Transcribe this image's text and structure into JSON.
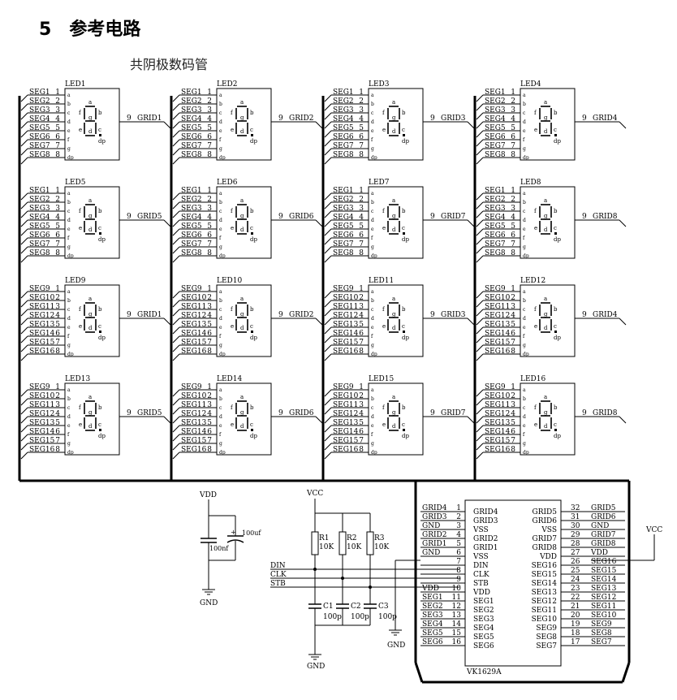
{
  "heading": {
    "number": "5",
    "text": "参考电路"
  },
  "subtitle": "共阴极数码管",
  "leds": [
    {
      "name": "LED1",
      "grid": "GRID1",
      "segs": [
        "SEG1",
        "SEG2",
        "SEG3",
        "SEG4",
        "SEG5",
        "SEG6",
        "SEG7",
        "SEG8"
      ]
    },
    {
      "name": "LED2",
      "grid": "GRID2",
      "segs": [
        "SEG1",
        "SEG2",
        "SEG3",
        "SEG4",
        "SEG5",
        "SEG6",
        "SEG7",
        "SEG8"
      ]
    },
    {
      "name": "LED3",
      "grid": "GRID3",
      "segs": [
        "SEG1",
        "SEG2",
        "SEG3",
        "SEG4",
        "SEG5",
        "SEG6",
        "SEG7",
        "SEG8"
      ]
    },
    {
      "name": "LED4",
      "grid": "GRID4",
      "segs": [
        "SEG1",
        "SEG2",
        "SEG3",
        "SEG4",
        "SEG5",
        "SEG6",
        "SEG7",
        "SEG8"
      ]
    },
    {
      "name": "LED5",
      "grid": "GRID5",
      "segs": [
        "SEG1",
        "SEG2",
        "SEG3",
        "SEG4",
        "SEG5",
        "SEG6",
        "SEG7",
        "SEG8"
      ]
    },
    {
      "name": "LED6",
      "grid": "GRID6",
      "segs": [
        "SEG1",
        "SEG2",
        "SEG3",
        "SEG4",
        "SEG5",
        "SEG6",
        "SEG7",
        "SEG8"
      ]
    },
    {
      "name": "LED7",
      "grid": "GRID7",
      "segs": [
        "SEG1",
        "SEG2",
        "SEG3",
        "SEG4",
        "SEG5",
        "SEG6",
        "SEG7",
        "SEG8"
      ]
    },
    {
      "name": "LED8",
      "grid": "GRID8",
      "segs": [
        "SEG1",
        "SEG2",
        "SEG3",
        "SEG4",
        "SEG5",
        "SEG6",
        "SEG7",
        "SEG8"
      ]
    },
    {
      "name": "LED9",
      "grid": "GRID1",
      "segs": [
        "SEG9",
        "SEG10",
        "SEG11",
        "SEG12",
        "SEG13",
        "SEG14",
        "SEG15",
        "SEG16"
      ]
    },
    {
      "name": "LED10",
      "grid": "GRID2",
      "segs": [
        "SEG9",
        "SEG10",
        "SEG11",
        "SEG12",
        "SEG13",
        "SEG14",
        "SEG15",
        "SEG16"
      ]
    },
    {
      "name": "LED11",
      "grid": "GRID3",
      "segs": [
        "SEG9",
        "SEG10",
        "SEG11",
        "SEG12",
        "SEG13",
        "SEG14",
        "SEG15",
        "SEG16"
      ]
    },
    {
      "name": "LED12",
      "grid": "GRID4",
      "segs": [
        "SEG9",
        "SEG10",
        "SEG11",
        "SEG12",
        "SEG13",
        "SEG14",
        "SEG15",
        "SEG16"
      ]
    },
    {
      "name": "LED13",
      "grid": "GRID5",
      "segs": [
        "SEG9",
        "SEG10",
        "SEG11",
        "SEG12",
        "SEG13",
        "SEG14",
        "SEG15",
        "SEG16"
      ]
    },
    {
      "name": "LED14",
      "grid": "GRID6",
      "segs": [
        "SEG9",
        "SEG10",
        "SEG11",
        "SEG12",
        "SEG13",
        "SEG14",
        "SEG15",
        "SEG16"
      ]
    },
    {
      "name": "LED15",
      "grid": "GRID7",
      "segs": [
        "SEG9",
        "SEG10",
        "SEG11",
        "SEG12",
        "SEG13",
        "SEG14",
        "SEG15",
        "SEG16"
      ]
    },
    {
      "name": "LED16",
      "grid": "GRID8",
      "segs": [
        "SEG9",
        "SEG10",
        "SEG11",
        "SEG12",
        "SEG13",
        "SEG14",
        "SEG15",
        "SEG16"
      ]
    }
  ],
  "seg_letters": [
    "a",
    "b",
    "c",
    "d",
    "e",
    "f",
    "g",
    "dp"
  ],
  "pin_numbers": [
    "1",
    "2",
    "3",
    "4",
    "5",
    "6",
    "7",
    "8"
  ],
  "grid_pin": "9",
  "power": {
    "vdd": "VDD",
    "gnd": "GND",
    "vcc": "VCC",
    "cap1": "100nf",
    "cap2": "100uf",
    "polarity": "+"
  },
  "pullups": {
    "resistors": [
      {
        "name": "R1",
        "value": "10K"
      },
      {
        "name": "R2",
        "value": "10K"
      },
      {
        "name": "R3",
        "value": "10K"
      }
    ],
    "caps": [
      {
        "name": "C1",
        "value": "100p"
      },
      {
        "name": "C2",
        "value": "100p"
      },
      {
        "name": "C3",
        "value": "100p"
      }
    ],
    "signals": [
      "DIN",
      "CLK",
      "STB"
    ]
  },
  "ic": {
    "name": "VK1629A",
    "left": [
      {
        "net": "GRID4",
        "pin": "1",
        "label": "GRID4"
      },
      {
        "net": "GRID3",
        "pin": "2",
        "label": "GRID3"
      },
      {
        "net": "GND",
        "pin": "3",
        "label": "VSS"
      },
      {
        "net": "GRID2",
        "pin": "4",
        "label": "GRID2"
      },
      {
        "net": "GRID1",
        "pin": "5",
        "label": "GRID1"
      },
      {
        "net": "GND",
        "pin": "6",
        "label": "VSS"
      },
      {
        "net": "",
        "pin": "7",
        "label": "DIN"
      },
      {
        "net": "",
        "pin": "8",
        "label": "CLK"
      },
      {
        "net": "",
        "pin": "9",
        "label": "STB"
      },
      {
        "net": "VDD",
        "pin": "10",
        "label": "VDD"
      },
      {
        "net": "SEG1",
        "pin": "11",
        "label": "SEG1"
      },
      {
        "net": "SEG2",
        "pin": "12",
        "label": "SEG2"
      },
      {
        "net": "SEG3",
        "pin": "13",
        "label": "SEG3"
      },
      {
        "net": "SEG4",
        "pin": "14",
        "label": "SEG4"
      },
      {
        "net": "SEG5",
        "pin": "15",
        "label": "SEG5"
      },
      {
        "net": "SEG6",
        "pin": "16",
        "label": "SEG6"
      }
    ],
    "right": [
      {
        "net": "GRID5",
        "pin": "32",
        "label": "GRID5"
      },
      {
        "net": "GRID6",
        "pin": "31",
        "label": "GRID6"
      },
      {
        "net": "GND",
        "pin": "30",
        "label": "VSS"
      },
      {
        "net": "GRID7",
        "pin": "29",
        "label": "GRID7"
      },
      {
        "net": "GRID8",
        "pin": "28",
        "label": "GRID8"
      },
      {
        "net": "VDD",
        "pin": "27",
        "label": "VDD"
      },
      {
        "net": "SEG16",
        "pin": "26",
        "label": "SEG16"
      },
      {
        "net": "SEG15",
        "pin": "25",
        "label": "SEG15"
      },
      {
        "net": "SEG14",
        "pin": "24",
        "label": "SEG14"
      },
      {
        "net": "SEG13",
        "pin": "23",
        "label": "SEG13"
      },
      {
        "net": "SEG12",
        "pin": "22",
        "label": "SEG12"
      },
      {
        "net": "SEG11",
        "pin": "21",
        "label": "SEG11"
      },
      {
        "net": "SEG10",
        "pin": "20",
        "label": "SEG10"
      },
      {
        "net": "SEG9",
        "pin": "19",
        "label": "SEG9"
      },
      {
        "net": "SEG8",
        "pin": "18",
        "label": "SEG8"
      },
      {
        "net": "SEG7",
        "pin": "17",
        "label": "SEG7"
      }
    ],
    "vcc_label": "VCC"
  }
}
